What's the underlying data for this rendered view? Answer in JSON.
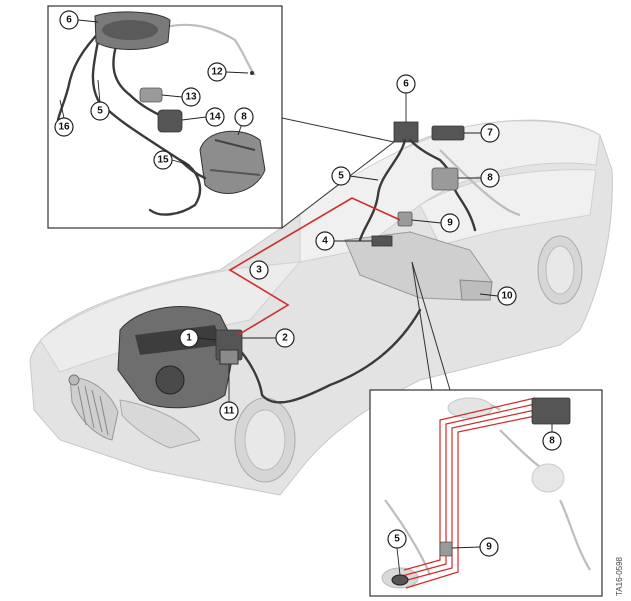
{
  "callouts": [
    {
      "id": "c1",
      "label": "1"
    },
    {
      "id": "c2",
      "label": "2"
    },
    {
      "id": "c3",
      "label": "3"
    },
    {
      "id": "c4",
      "label": "4"
    },
    {
      "id": "c5",
      "label": "5"
    },
    {
      "id": "c6",
      "label": "6"
    },
    {
      "id": "c7",
      "label": "7"
    },
    {
      "id": "c8",
      "label": "8"
    },
    {
      "id": "c9",
      "label": "9"
    },
    {
      "id": "c10",
      "label": "10"
    },
    {
      "id": "c11",
      "label": "11"
    }
  ],
  "inset_top": {
    "callouts": [
      "6",
      "5",
      "16",
      "12",
      "13",
      "14",
      "8",
      "15"
    ]
  },
  "inset_bottom": {
    "callouts": [
      "8",
      "5",
      "9"
    ]
  },
  "reference_code": "TA16-0598",
  "colors": {
    "line_highlight": "#d12c2c",
    "car_body": "#e3e3e3",
    "parts_dark": "#555555"
  }
}
